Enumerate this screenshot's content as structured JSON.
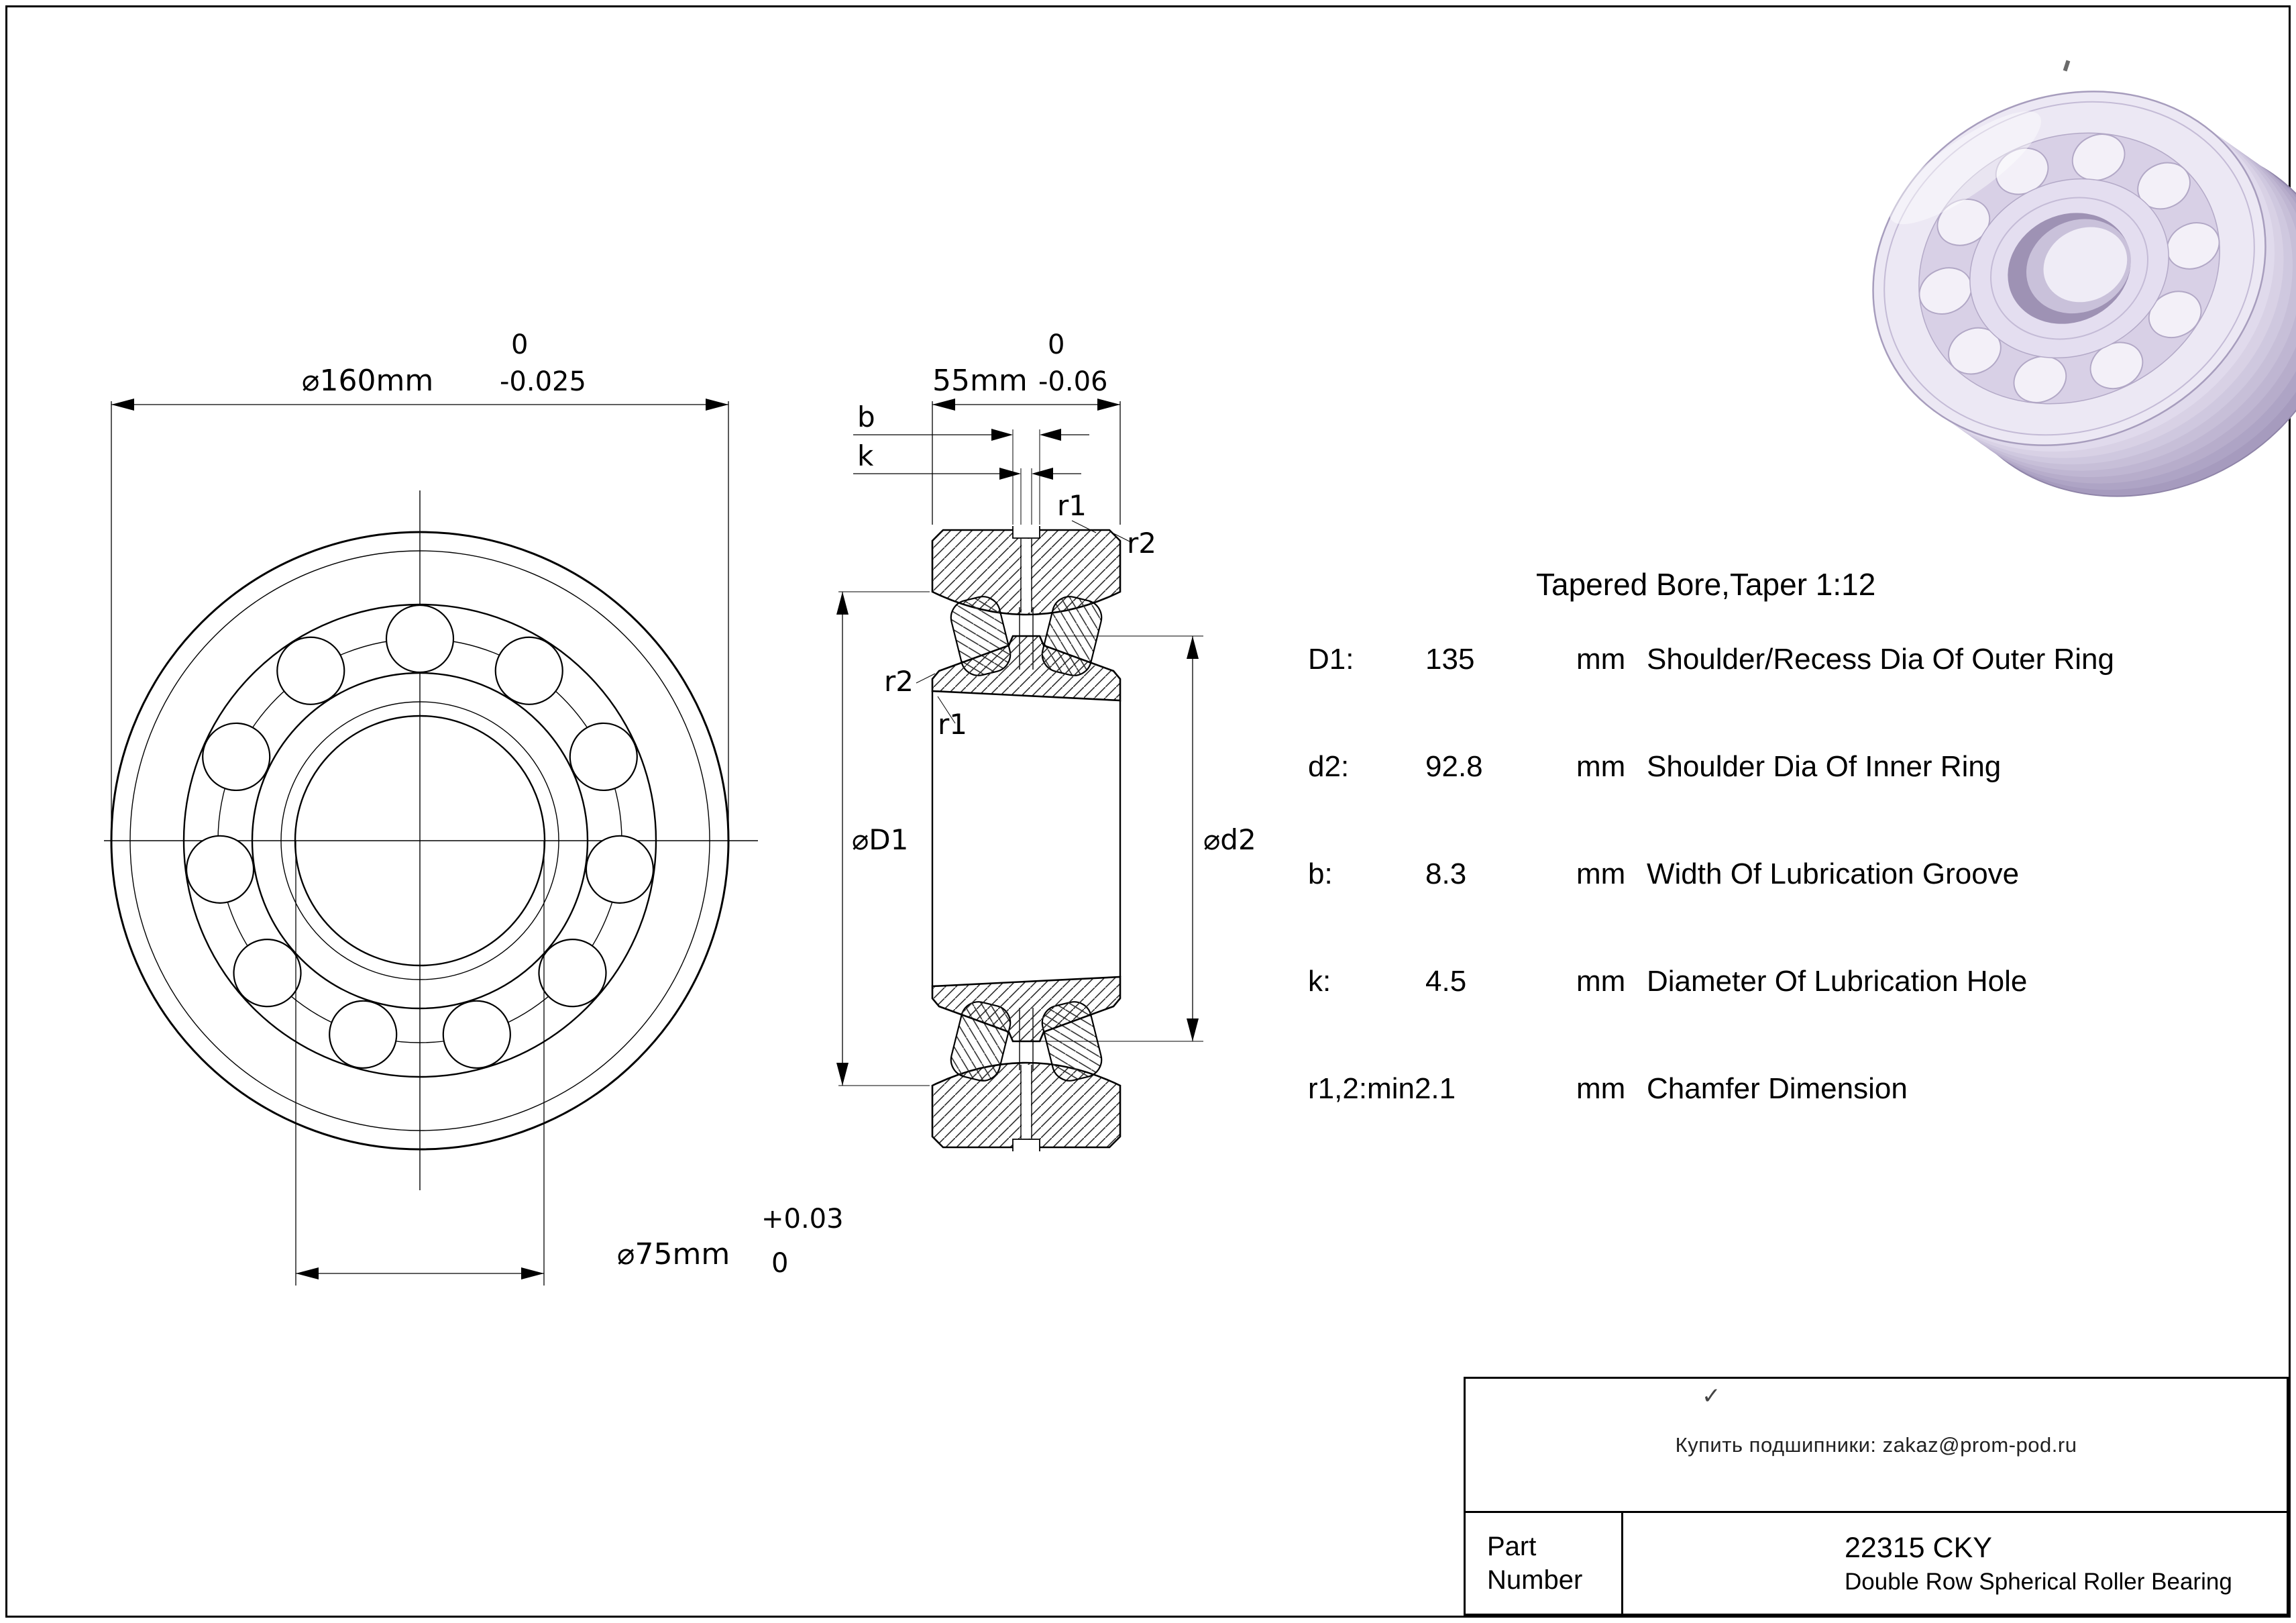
{
  "front_view": {
    "outer_dim": {
      "text": "⌀160mm",
      "tol_top": "0",
      "tol_bottom": "-0.025"
    },
    "bore_dim": {
      "text": "⌀75mm",
      "tol_top": "+0.03",
      "tol_bottom": "0"
    }
  },
  "section_view": {
    "width_dim": {
      "text": "55mm",
      "tol_top": "0",
      "tol_bottom": "-0.06"
    },
    "labels": {
      "b": "b",
      "k": "k",
      "r1": "r1",
      "r2": "r2",
      "D1": "⌀D1",
      "d2": "⌀d2"
    }
  },
  "specs": {
    "title": "Tapered Bore,Taper 1:12",
    "rows": [
      {
        "param": "D1:",
        "value": "135",
        "unit": "mm",
        "desc": "Shoulder/Recess Dia Of Outer Ring"
      },
      {
        "param": "d2:",
        "value": "92.8",
        "unit": "mm",
        "desc": "Shoulder Dia Of Inner Ring"
      },
      {
        "param": "b:",
        "value": "8.3",
        "unit": "mm",
        "desc": "Width Of Lubrication Groove"
      },
      {
        "param": "k:",
        "value": "4.5",
        "unit": "mm",
        "desc": "Diameter Of Lubrication Hole"
      },
      {
        "param": "r1,2:min2.1",
        "value": "",
        "unit": "mm",
        "desc": "Chamfer Dimension"
      }
    ]
  },
  "title_block": {
    "contact": "Купить подшипники: zakaz@prom-pod.ru",
    "mark": "✓",
    "part_label_1": "Part",
    "part_label_2": "Number",
    "part_number": "22315 CKY",
    "part_description": "Double Row Spherical Roller Bearing"
  },
  "render": {
    "face_color": "#ece8f4",
    "bore_color": "#9e92b4",
    "tint": "#cfc6e0"
  }
}
